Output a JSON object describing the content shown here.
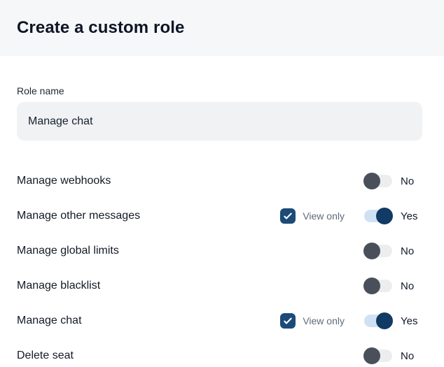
{
  "header": {
    "title": "Create a custom role"
  },
  "form": {
    "role_name_label": "Role name",
    "role_name_value": "Manage chat"
  },
  "permissions": [
    {
      "label": "Manage webhooks",
      "view_only": false,
      "view_only_label": "",
      "enabled": false,
      "state_label": "No"
    },
    {
      "label": "Manage other messages",
      "view_only": true,
      "view_only_label": "View only",
      "enabled": true,
      "state_label": "Yes"
    },
    {
      "label": "Manage global limits",
      "view_only": false,
      "view_only_label": "",
      "enabled": false,
      "state_label": "No"
    },
    {
      "label": "Manage blacklist",
      "view_only": false,
      "view_only_label": "",
      "enabled": false,
      "state_label": "No"
    },
    {
      "label": "Manage chat",
      "view_only": true,
      "view_only_label": "View only",
      "enabled": true,
      "state_label": "Yes"
    },
    {
      "label": "Delete seat",
      "view_only": false,
      "view_only_label": "",
      "enabled": false,
      "state_label": "No"
    }
  ],
  "colors": {
    "header_bg": "#f6f7f9",
    "page_bg": "#ffffff",
    "text_dark": "#131a26",
    "text_gray": "#5f6b7a",
    "input_bg": "#f1f2f4",
    "toggle_off_knob": "#4a505a",
    "toggle_off_track": "#ebedef",
    "toggle_on_knob": "#113a64",
    "toggle_on_track": "#cfe2f4",
    "checkbox_bg": "#1c4b77"
  }
}
